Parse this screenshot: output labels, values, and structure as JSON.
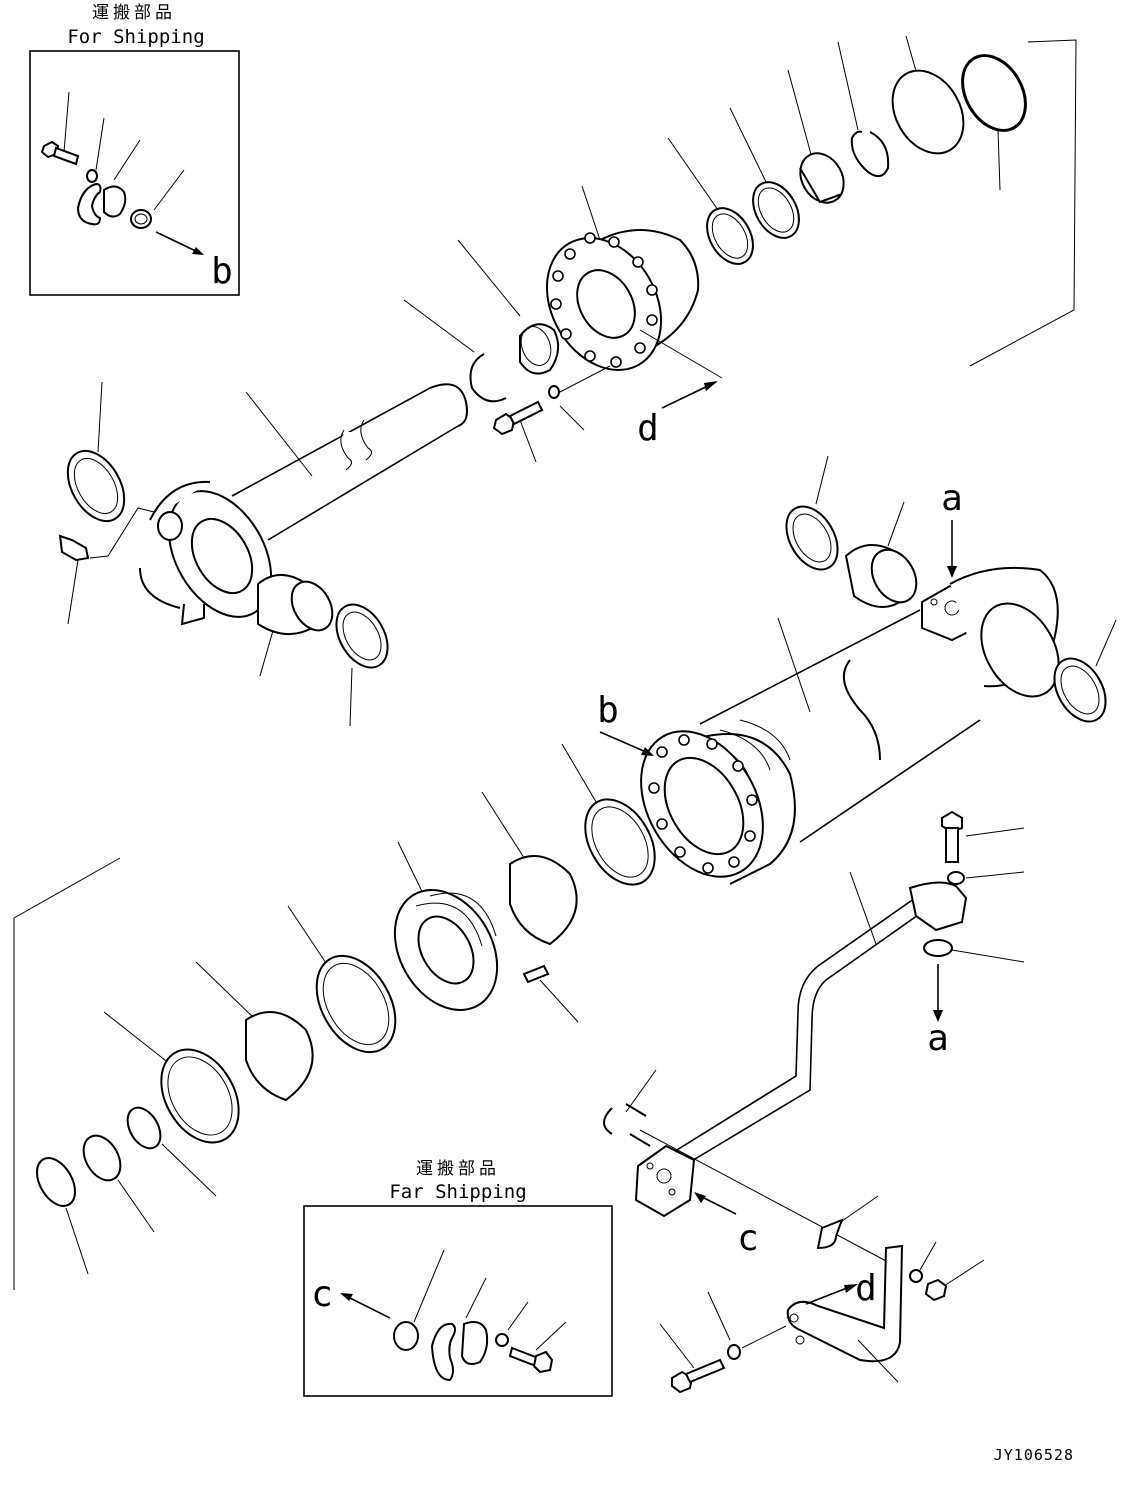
{
  "shipping_boxes": [
    {
      "title_jp": "運搬部品",
      "title_en": "For Shipping",
      "arrow_label": "b"
    },
    {
      "title_jp": "運搬部品",
      "title_en": "Far Shipping",
      "arrow_label": "c"
    }
  ],
  "ref_labels": {
    "a_top": "a",
    "a_bottom": "a",
    "b_main": "b",
    "c_main": "c",
    "d_upper": "d",
    "d_lower": "d"
  },
  "drawing_number": "JY106528"
}
